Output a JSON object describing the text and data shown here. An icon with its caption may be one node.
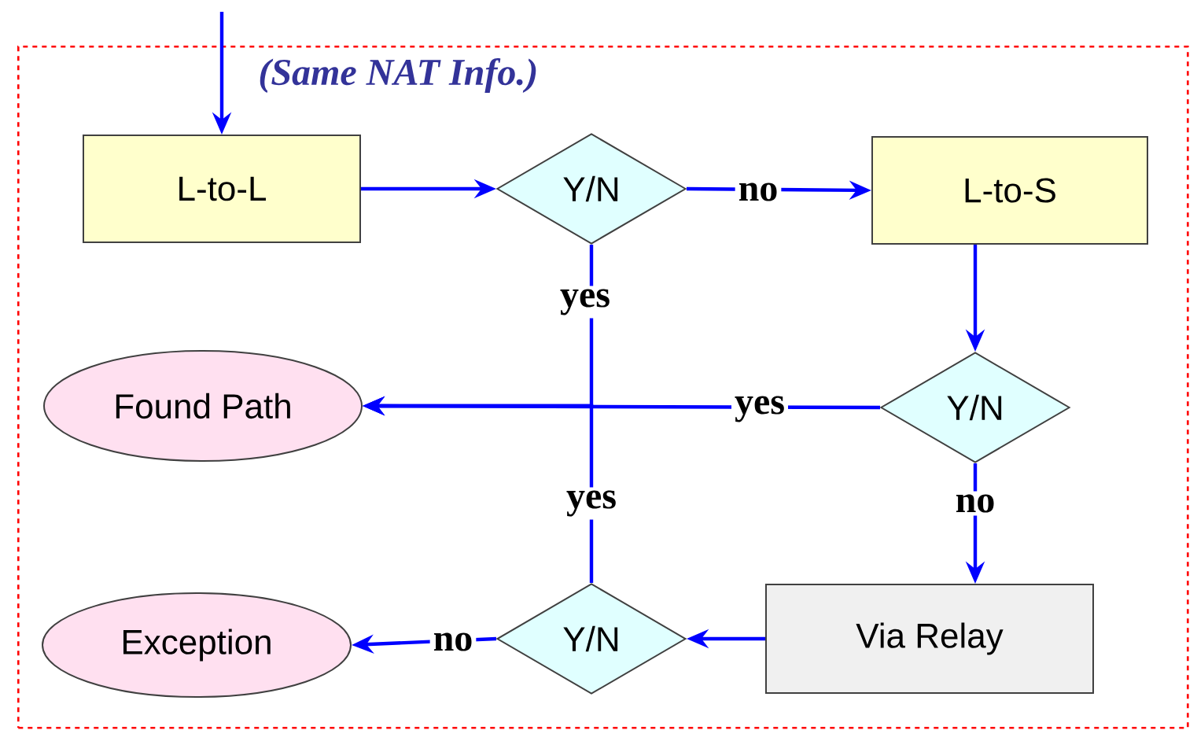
{
  "diagram": {
    "nodes": [
      {
        "text": [
          "(Same NAT Info.)"
        ]
      },
      {
        "text": [
          "L-to-L"
        ],
        "in": 0
      },
      {
        "text": [
          "Y/N"
        ],
        "in": 0
      },
      {
        "text": [
          "L-to-S"
        ],
        "in": 0
      },
      {
        "text": [
          "Found Path"
        ],
        "in": 0
      },
      {
        "text": [
          "Y/N"
        ],
        "in": 0
      },
      {
        "text": [
          "Exception"
        ],
        "in": 0
      },
      {
        "text": [
          "Y/N"
        ],
        "in": 0
      },
      {
        "text": [
          "Via Relay"
        ],
        "in": 0
      }
    ],
    "edges": [
      {
        "from": null,
        "to": 1,
        "arrow": "to"
      },
      {
        "from": 1,
        "to": 2,
        "arrow": "to"
      },
      {
        "from": 2,
        "to": 3,
        "arrow": "to",
        "label": "no"
      },
      {
        "from": 2,
        "to": 4,
        "arrow": "to",
        "label": "yes"
      },
      {
        "from": 3,
        "to": 5,
        "arrow": "to"
      },
      {
        "from": 5,
        "to": 4,
        "arrow": "to",
        "label": "yes"
      },
      {
        "from": 5,
        "to": 8,
        "arrow": "to",
        "label": "no"
      },
      {
        "from": 7,
        "to": 4,
        "arrow": "to",
        "label": "yes"
      },
      {
        "from": 8,
        "to": 7,
        "arrow": "to"
      },
      {
        "from": 7,
        "to": 6,
        "arrow": "to",
        "label": "no"
      }
    ]
  }
}
